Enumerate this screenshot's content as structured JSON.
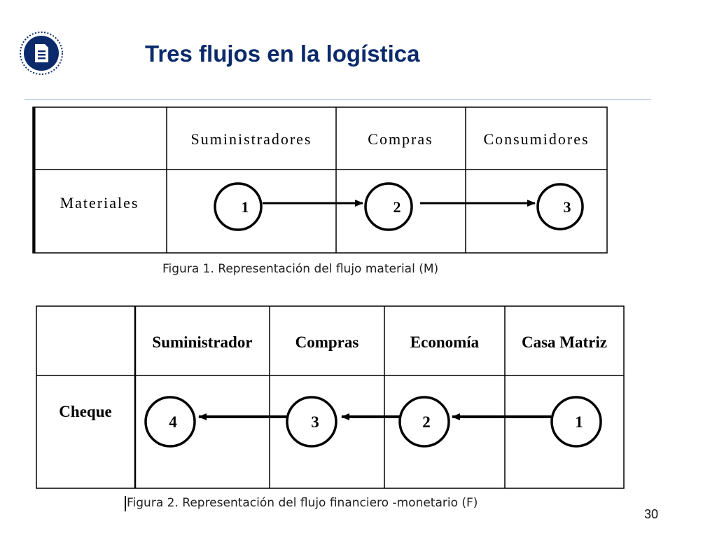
{
  "header": {
    "title": "Tres flujos en la logística",
    "logo_icon": "document-icon",
    "accent_color": "#0a2a6b"
  },
  "figure1": {
    "header_cells": [
      "",
      "Suministradores",
      "Compras",
      "Consumidores"
    ],
    "row_label": "Materiales",
    "nodes": [
      "1",
      "2",
      "3"
    ],
    "flow_direction": "left-to-right",
    "caption": "Figura 1. Representación del flujo material (M)"
  },
  "figure2": {
    "header_cells": [
      "",
      "Suministrador",
      "Compras",
      "Economía",
      "Casa Matriz"
    ],
    "row_label": "Cheque",
    "nodes": [
      "4",
      "3",
      "2",
      "1"
    ],
    "flow_direction": "right-to-left",
    "caption": "Figura 2. Representación del flujo financiero -monetario (F)"
  },
  "footer": {
    "page_number": "30"
  }
}
